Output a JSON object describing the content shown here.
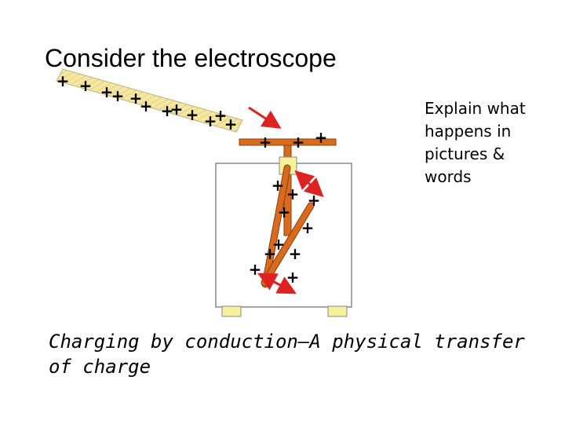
{
  "title": "Consider the electroscope",
  "side_note": "Explain what happens in pictures & words",
  "caption": "Charging by conduction—A physical transfer of charge",
  "charge_symbol": "+",
  "colors": {
    "rod_fill": "#f5e6a0",
    "rod_stripes": "#bfb27a",
    "metal": "#d96b1e",
    "metal_outline": "#8a3e08",
    "arrow": "#dd2222",
    "feet": "#f7f19c",
    "box_outline": "#888888"
  }
}
